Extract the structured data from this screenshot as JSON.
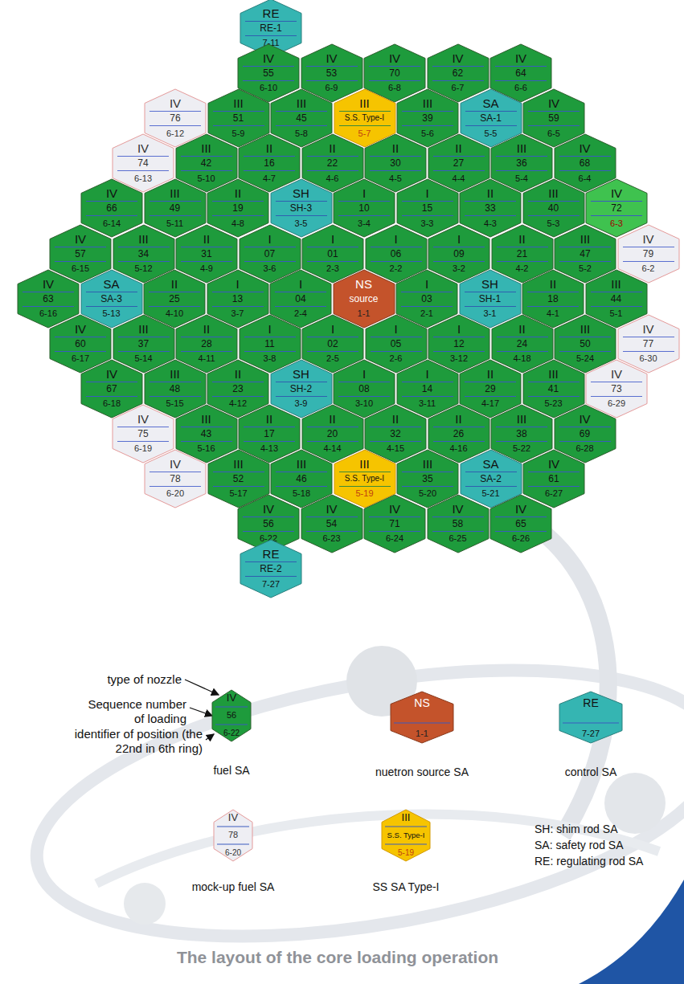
{
  "diagram": {
    "caption": "The layout of the core loading operation",
    "nodes": [
      {
        "text": [
          "RE",
          "RE-1",
          "7-11"
        ]
      },
      {
        "text": [
          "IV",
          "55",
          "6-10"
        ]
      },
      {
        "text": [
          "IV",
          "53",
          "6-9"
        ]
      },
      {
        "text": [
          "IV",
          "70",
          "6-8"
        ]
      },
      {
        "text": [
          "IV",
          "62",
          "6-7"
        ]
      },
      {
        "text": [
          "IV",
          "64",
          "6-6"
        ]
      },
      {
        "text": [
          "IV",
          "76",
          "6-12"
        ]
      },
      {
        "text": [
          "III",
          "51",
          "5-9"
        ]
      },
      {
        "text": [
          "III",
          "45",
          "5-8"
        ]
      },
      {
        "text": [
          "III",
          "S.S. Type-I",
          "5-7"
        ]
      },
      {
        "text": [
          "III",
          "39",
          "5-6"
        ]
      },
      {
        "text": [
          "SA",
          "SA-1",
          "5-5"
        ]
      },
      {
        "text": [
          "IV",
          "59",
          "6-5"
        ]
      },
      {
        "text": [
          "IV",
          "74",
          "6-13"
        ]
      },
      {
        "text": [
          "III",
          "42",
          "5-10"
        ]
      },
      {
        "text": [
          "II",
          "16",
          "4-7"
        ]
      },
      {
        "text": [
          "II",
          "22",
          "4-6"
        ]
      },
      {
        "text": [
          "II",
          "30",
          "4-5"
        ]
      },
      {
        "text": [
          "II",
          "27",
          "4-4"
        ]
      },
      {
        "text": [
          "III",
          "36",
          "5-4"
        ]
      },
      {
        "text": [
          "IV",
          "68",
          "6-4"
        ]
      },
      {
        "text": [
          "IV",
          "66",
          "6-14"
        ]
      },
      {
        "text": [
          "III",
          "49",
          "5-11"
        ]
      },
      {
        "text": [
          "II",
          "19",
          "4-8"
        ]
      },
      {
        "text": [
          "SH",
          "SH-3",
          "3-5"
        ]
      },
      {
        "text": [
          "I",
          "10",
          "3-4"
        ]
      },
      {
        "text": [
          "I",
          "15",
          "3-3"
        ]
      },
      {
        "text": [
          "II",
          "33",
          "4-3"
        ]
      },
      {
        "text": [
          "III",
          "40",
          "5-3"
        ]
      },
      {
        "text": [
          "IV",
          "72",
          "6-3"
        ]
      },
      {
        "text": [
          "IV",
          "57",
          "6-15"
        ]
      },
      {
        "text": [
          "III",
          "34",
          "5-12"
        ]
      },
      {
        "text": [
          "II",
          "31",
          "4-9"
        ]
      },
      {
        "text": [
          "I",
          "07",
          "3-6"
        ]
      },
      {
        "text": [
          "I",
          "01",
          "2-3"
        ]
      },
      {
        "text": [
          "I",
          "06",
          "2-2"
        ]
      },
      {
        "text": [
          "I",
          "09",
          "3-2"
        ]
      },
      {
        "text": [
          "II",
          "21",
          "4-2"
        ]
      },
      {
        "text": [
          "III",
          "47",
          "5-2"
        ]
      },
      {
        "text": [
          "IV",
          "79",
          "6-2"
        ]
      },
      {
        "text": [
          "IV",
          "63",
          "6-16"
        ]
      },
      {
        "text": [
          "SA",
          "SA-3",
          "5-13"
        ]
      },
      {
        "text": [
          "II",
          "25",
          "4-10"
        ]
      },
      {
        "text": [
          "I",
          "13",
          "3-7"
        ]
      },
      {
        "text": [
          "I",
          "04",
          "2-4"
        ]
      },
      {
        "text": [
          "NS",
          "source",
          "1-1"
        ]
      },
      {
        "text": [
          "I",
          "03",
          "2-1"
        ]
      },
      {
        "text": [
          "SH",
          "SH-1",
          "3-1"
        ]
      },
      {
        "text": [
          "II",
          "18",
          "4-1"
        ]
      },
      {
        "text": [
          "III",
          "44",
          "5-1"
        ]
      },
      {
        "text": [
          "IV",
          "60",
          "6-17"
        ]
      },
      {
        "text": [
          "III",
          "37",
          "5-14"
        ]
      },
      {
        "text": [
          "II",
          "28",
          "4-11"
        ]
      },
      {
        "text": [
          "I",
          "11",
          "3-8"
        ]
      },
      {
        "text": [
          "I",
          "02",
          "2-5"
        ]
      },
      {
        "text": [
          "I",
          "05",
          "2-6"
        ]
      },
      {
        "text": [
          "I",
          "12",
          "3-12"
        ]
      },
      {
        "text": [
          "II",
          "24",
          "4-18"
        ]
      },
      {
        "text": [
          "III",
          "50",
          "5-24"
        ]
      },
      {
        "text": [
          "IV",
          "77",
          "6-30"
        ]
      },
      {
        "text": [
          "IV",
          "67",
          "6-18"
        ]
      },
      {
        "text": [
          "III",
          "48",
          "5-15"
        ]
      },
      {
        "text": [
          "II",
          "23",
          "4-12"
        ]
      },
      {
        "text": [
          "SH",
          "SH-2",
          "3-9"
        ]
      },
      {
        "text": [
          "I",
          "08",
          "3-10"
        ]
      },
      {
        "text": [
          "I",
          "14",
          "3-11"
        ]
      },
      {
        "text": [
          "II",
          "29",
          "4-17"
        ]
      },
      {
        "text": [
          "III",
          "41",
          "5-23"
        ]
      },
      {
        "text": [
          "IV",
          "73",
          "6-29"
        ]
      },
      {
        "text": [
          "IV",
          "75",
          "6-19"
        ]
      },
      {
        "text": [
          "III",
          "43",
          "5-16"
        ]
      },
      {
        "text": [
          "II",
          "17",
          "4-13"
        ]
      },
      {
        "text": [
          "II",
          "20",
          "4-14"
        ]
      },
      {
        "text": [
          "II",
          "32",
          "4-15"
        ]
      },
      {
        "text": [
          "II",
          "26",
          "4-16"
        ]
      },
      {
        "text": [
          "III",
          "38",
          "5-22"
        ]
      },
      {
        "text": [
          "IV",
          "69",
          "6-28"
        ]
      },
      {
        "text": [
          "IV",
          "78",
          "6-20"
        ]
      },
      {
        "text": [
          "III",
          "52",
          "5-17"
        ]
      },
      {
        "text": [
          "III",
          "46",
          "5-18"
        ]
      },
      {
        "text": [
          "III",
          "S.S. Type-I",
          "5-19"
        ]
      },
      {
        "text": [
          "III",
          "35",
          "5-20"
        ]
      },
      {
        "text": [
          "SA",
          "SA-2",
          "5-21"
        ]
      },
      {
        "text": [
          "IV",
          "61",
          "6-27"
        ]
      },
      {
        "text": [
          "IV",
          "56",
          "6-22"
        ]
      },
      {
        "text": [
          "IV",
          "54",
          "6-23"
        ]
      },
      {
        "text": [
          "IV",
          "71",
          "6-24"
        ]
      },
      {
        "text": [
          "IV",
          "58",
          "6-25"
        ]
      },
      {
        "text": [
          "IV",
          "65",
          "6-26"
        ]
      },
      {
        "text": [
          "RE",
          "RE-2",
          "7-27"
        ]
      }
    ],
    "labels": [
      "type of nozzle",
      "Sequence number of loading",
      "identifier of position (the 22nd in 6th ring)",
      "IV",
      "56",
      "6-22",
      "NS",
      "1-1",
      "RE",
      "7-27",
      "IV",
      "78",
      "6-20",
      "III",
      "S.S. Type-I",
      "5-19",
      "SH: shim rod SA",
      "SA: safety rod SA",
      "RE: regulating rod SA"
    ],
    "legend": [
      {
        "text": "fuel SA",
        "color": "#1e9b3c"
      },
      {
        "text": "nuetron source SA",
        "color": "#c4532b"
      },
      {
        "text": "control SA",
        "color": "#35b5b2"
      },
      {
        "text": "mock-up fuel SA",
        "color": "#eeeef3"
      },
      {
        "text": "SS SA Type-I",
        "color": "#f6c400"
      }
    ]
  }
}
